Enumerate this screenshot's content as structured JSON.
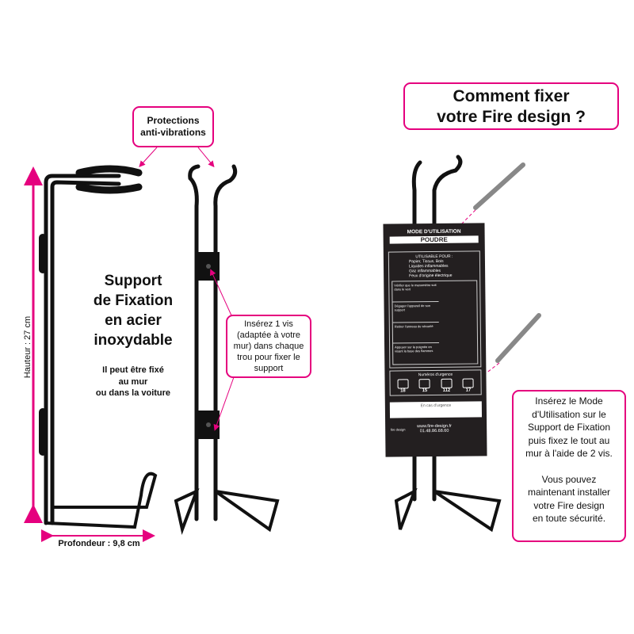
{
  "callouts": {
    "protections": [
      "Protections",
      "anti-vibrations"
    ],
    "title": [
      "Comment fixer",
      "votre Fire design ?"
    ],
    "screw": [
      "Insérez 1 vis",
      "(adaptée à votre",
      "mur) dans chaque",
      "trou pour fixer le",
      "support"
    ],
    "instructions": [
      "Insérez le Mode",
      "d'Utilisation sur le",
      "Support de Fixation",
      "puis fixez le tout au",
      "mur à l'aide de 2 vis.",
      "",
      "Vous pouvez",
      "maintenant installer",
      "votre Fire design",
      "en toute sécurité."
    ]
  },
  "product": {
    "heading": [
      "Support",
      "de Fixation",
      "en acier",
      "inoxydable"
    ],
    "sub": [
      "Il peut être fixé",
      "au mur",
      "ou dans la voiture"
    ],
    "height_label": "Hauteur : 27 cm",
    "depth_label": "Profondeur : 9,8 cm"
  },
  "card": {
    "title": "MODE D'UTILISATION",
    "type": "POUDRE",
    "usable_for": "UTILISABLE POUR :",
    "uses": [
      "Papier, Tissus, Bois",
      "Liquides inflammables",
      "Gaz inflammables",
      "Feux d'origine électrique"
    ],
    "steps": [
      "Vérifier que le manomètre soit dans le vert",
      "Dégager l'appareil de son support",
      "Retirer l'anneau de sécurité",
      "Appuyer sur la poignée en visant la base des flammes"
    ],
    "emergency_title": "Numéros d'urgence",
    "emergency_numbers": [
      "18",
      "15",
      "112",
      "17"
    ],
    "emergency_note": "En cas d'urgence",
    "website": "www.fire-design.fr",
    "phone": "01.48.86.68.60",
    "brand": "fire design"
  },
  "colors": {
    "accent": "#e5007e",
    "card": "#231f20"
  }
}
